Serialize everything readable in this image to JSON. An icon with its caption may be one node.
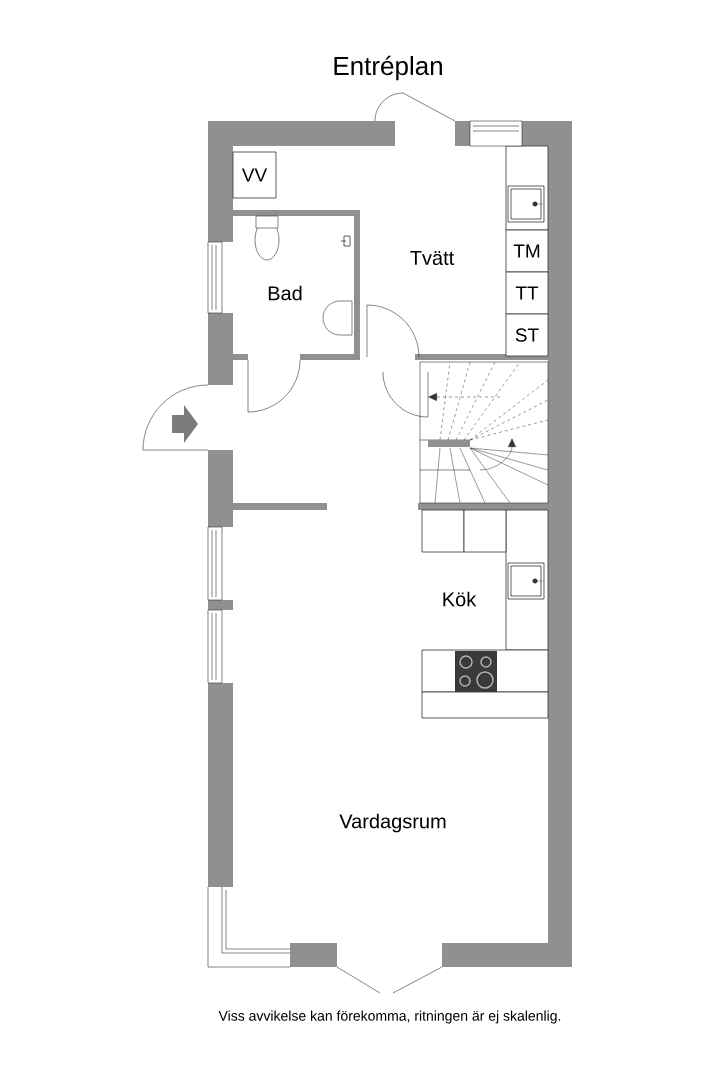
{
  "diagram": {
    "title": "Entréplan",
    "caption": "Viss avvikelse kan förekomma, ritningen är ej skalenlig.",
    "nodes": [
      {
        "text": [
          "VV"
        ]
      },
      {
        "text": [
          "TM"
        ]
      },
      {
        "text": [
          "TT"
        ]
      },
      {
        "text": [
          "ST"
        ]
      },
      {
        "text": [],
        "shape": "box"
      },
      {
        "text": [],
        "shape": "box"
      }
    ],
    "labels": [
      "Tvätt",
      "Bad",
      "Kök",
      "Vardagsrum"
    ]
  }
}
